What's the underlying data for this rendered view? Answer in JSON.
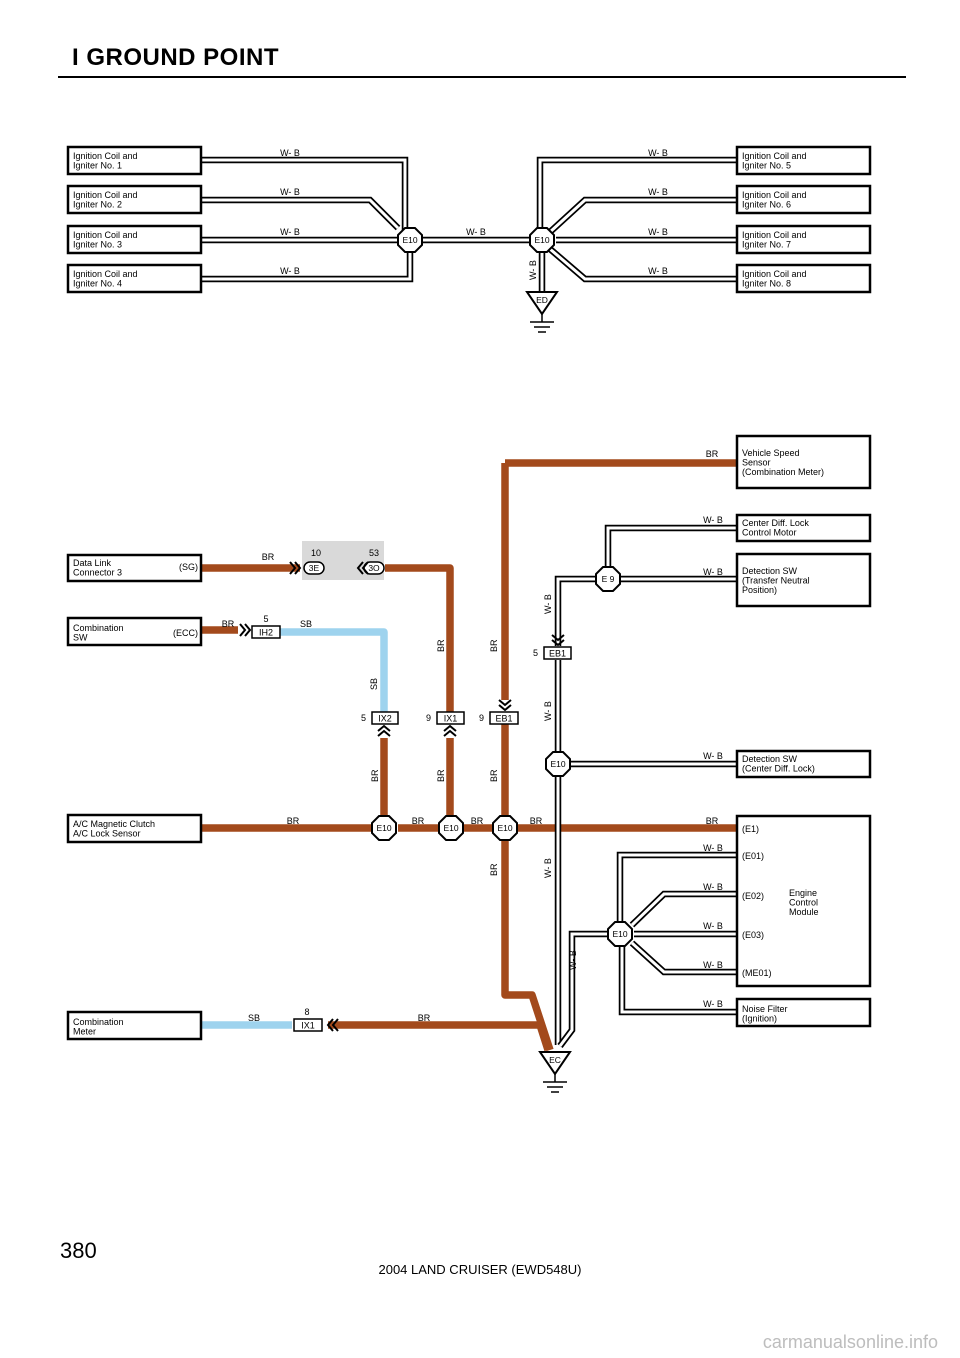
{
  "page": {
    "title": "I  GROUND POINT",
    "page_number": "380",
    "footer": "2004 LAND CRUISER (EWD548U)",
    "watermark": "carmanualsonline.info"
  },
  "colors": {
    "BR": "#a34a1c",
    "SB": "#9ed3ee",
    "WB_outer": "#000000",
    "WB_inner": "#ffffff",
    "shade": "#d9d9d9"
  },
  "components": {
    "ign1": [
      "Ignition Coil and",
      "Igniter No. 1"
    ],
    "ign2": [
      "Ignition Coil and",
      "Igniter No. 2"
    ],
    "ign3": [
      "Ignition Coil and",
      "Igniter No. 3"
    ],
    "ign4": [
      "Ignition Coil and",
      "Igniter No. 4"
    ],
    "ign5": [
      "Ignition Coil and",
      "Igniter No. 5"
    ],
    "ign6": [
      "Ignition Coil and",
      "Igniter No. 6"
    ],
    "ign7": [
      "Ignition Coil and",
      "Igniter No. 7"
    ],
    "ign8": [
      "Ignition Coil and",
      "Igniter No. 8"
    ],
    "vss": [
      "Vehicle Speed",
      "Sensor",
      "(Combination Meter)"
    ],
    "cdl_motor": [
      "Center Diff.  Lock",
      "Control Motor"
    ],
    "det_tn": [
      "Detection SW",
      "(Transfer Neutral",
      " Position)"
    ],
    "dlc3": [
      "Data Link",
      "Connector 3"
    ],
    "dlc3_term": "(SG)",
    "comb_sw": [
      "Combination",
      "SW"
    ],
    "comb_sw_term": "(ECC)",
    "det_cdl": [
      "Detection SW",
      "(Center Diff.  Lock)"
    ],
    "ac": [
      "A/C Magnetic Clutch",
      "A/C Lock Sensor"
    ],
    "ecm_terms": [
      "(E1)",
      "(E01)",
      "(E02)",
      "(E03)",
      "(ME01)"
    ],
    "ecm_name": [
      "Engine",
      "Control",
      "Module"
    ],
    "noise": [
      "Noise Filter",
      "(Ignition)"
    ],
    "comb_meter": [
      "Combination",
      "Meter"
    ]
  },
  "labels": {
    "wb": "W- B",
    "br": "BR",
    "sb": "SB",
    "e10": "E10",
    "e9": "E 9",
    "ed": "ED",
    "ec": "EC",
    "pin_3e": "3E",
    "pin_3o": "3O",
    "pin_10": "10",
    "pin_53": "53",
    "ih2": "IH2",
    "ix2": "IX2",
    "ix1": "IX1",
    "eb1": "EB1",
    "n5": "5",
    "n9": "9",
    "n8": "8"
  }
}
